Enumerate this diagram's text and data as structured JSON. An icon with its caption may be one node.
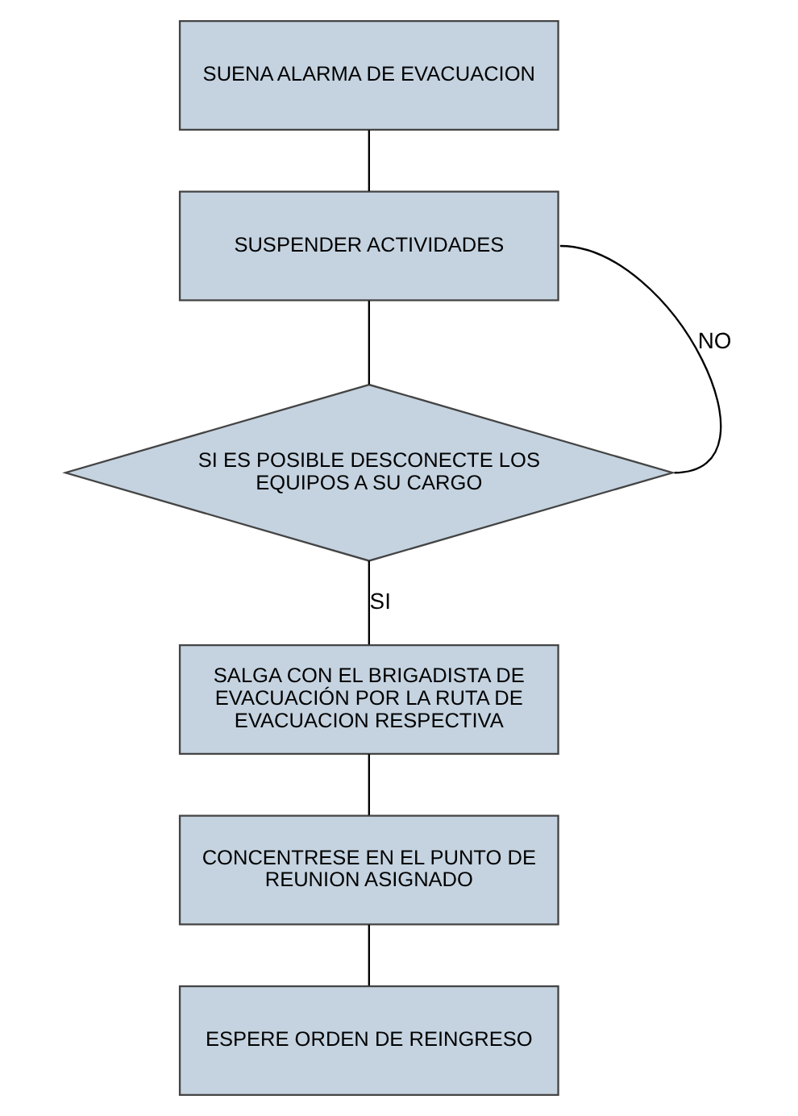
{
  "diagram": {
    "nodes": [
      {
        "text": [
          "SUENA ALARMA DE EVACUACION"
        ]
      },
      {
        "text": [
          "SUSPENDER ACTIVIDADES"
        ]
      },
      {
        "text": [
          "SI ES POSIBLE DESCONECTE LOS EQUIPOS A SU CARGO"
        ]
      },
      {
        "text": [
          "SALGA CON EL BRIGADISTA DE EVACUACIÓN POR LA RUTA DE EVACUACION RESPECTIVA"
        ]
      },
      {
        "text": [
          "CONCENTRESE EN EL PUNTO DE REUNION ASIGNADO"
        ]
      },
      {
        "text": [
          "ESPERE ORDEN DE REINGRESO"
        ]
      }
    ],
    "edges": [
      {
        "from": 0,
        "to": 1,
        "arrow": "none"
      },
      {
        "from": 1,
        "to": 2,
        "arrow": "none"
      },
      {
        "from": 2,
        "to": 1,
        "arrow": "none",
        "label": "NO"
      },
      {
        "from": 2,
        "to": 3,
        "arrow": "none",
        "label": "SI"
      },
      {
        "from": 3,
        "to": 4,
        "arrow": "none"
      },
      {
        "from": 4,
        "to": 5,
        "arrow": "none"
      }
    ]
  }
}
